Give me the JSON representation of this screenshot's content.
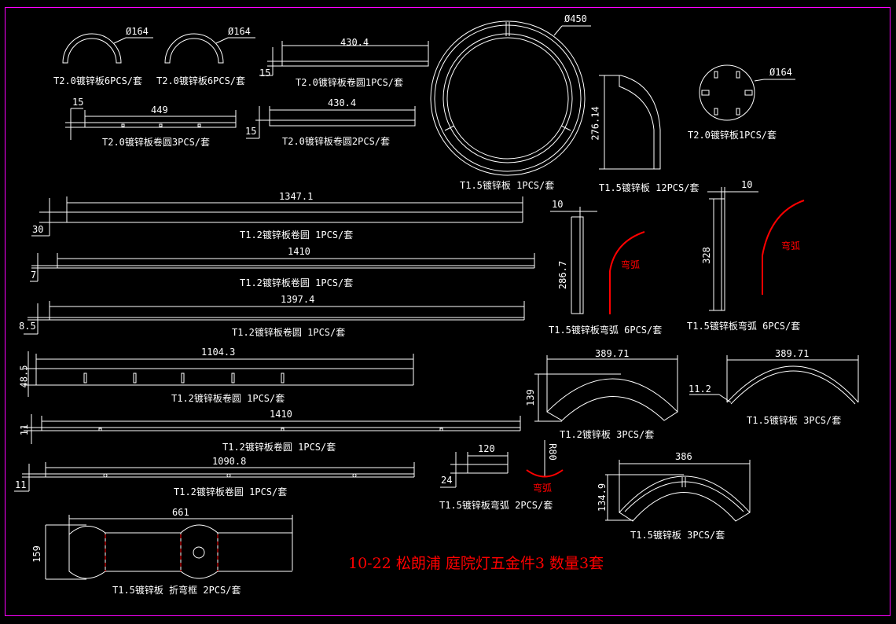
{
  "colors": {
    "background": "#000000",
    "linework": "#ffffff",
    "frame": "#ff00ff",
    "annotation": "#ff0000"
  },
  "title": "10-22 松朗浦 庭院灯五金件3 数量3套",
  "parts": [
    {
      "id": "p1",
      "dims": [
        "Ø164"
      ],
      "label": "T2.0镀锌板6PCS/套"
    },
    {
      "id": "p2",
      "dims": [
        "Ø164"
      ],
      "label": "T2.0镀锌板6PCS/套"
    },
    {
      "id": "p3",
      "dims": [
        "430.4",
        "15"
      ],
      "label": "T2.0镀锌板卷圆1PCS/套"
    },
    {
      "id": "p4",
      "dims": [
        "Ø450"
      ],
      "label": "T1.5镀锌板 1PCS/套"
    },
    {
      "id": "p5",
      "dims": [
        "Ø164"
      ],
      "label": "T2.0镀锌板1PCS/套"
    },
    {
      "id": "p6",
      "dims": [
        "15",
        "449"
      ],
      "label": "T2.0镀锌板卷圆3PCS/套"
    },
    {
      "id": "p7",
      "dims": [
        "430.4",
        "15"
      ],
      "label": "T2.0镀锌板卷圆2PCS/套"
    },
    {
      "id": "p8",
      "dims": [
        "276.14"
      ],
      "label": "T1.5镀锌板 12PCS/套"
    },
    {
      "id": "p9",
      "dims": [
        "1347.1",
        "30"
      ],
      "label": "T1.2镀锌板卷圆 1PCS/套"
    },
    {
      "id": "p10",
      "dims": [
        "1410",
        "7"
      ],
      "label": "T1.2镀锌板卷圆 1PCS/套"
    },
    {
      "id": "p11",
      "dims": [
        "1397.4",
        "8.5"
      ],
      "label": "T1.2镀锌板卷圆 1PCS/套"
    },
    {
      "id": "p12",
      "dims": [
        "10",
        "286.7"
      ],
      "note": "弯弧",
      "label": "T1.5镀锌板弯弧 6PCS/套"
    },
    {
      "id": "p13",
      "dims": [
        "10",
        "328"
      ],
      "note": "弯弧",
      "label": "T1.5镀锌板弯弧 6PCS/套"
    },
    {
      "id": "p14",
      "dims": [
        "1104.3",
        "48.5"
      ],
      "label": "T1.2镀锌板卷圆 1PCS/套"
    },
    {
      "id": "p15",
      "dims": [
        "389.71",
        "139"
      ],
      "label": "T1.2镀锌板  3PCS/套"
    },
    {
      "id": "p16",
      "dims": [
        "389.71",
        "11.2"
      ],
      "label": "T1.5镀锌板 3PCS/套"
    },
    {
      "id": "p17",
      "dims": [
        "1410",
        "11"
      ],
      "label": "T1.2镀锌板卷圆 1PCS/套"
    },
    {
      "id": "p18",
      "dims": [
        "1090.8",
        "11"
      ],
      "label": "T1.2镀锌板卷圆 1PCS/套"
    },
    {
      "id": "p19",
      "dims": [
        "120",
        "24"
      ],
      "label": "T1.5镀锌板弯弧  2PCS/套"
    },
    {
      "id": "p20",
      "dims": [
        "R80"
      ],
      "note": "弯弧"
    },
    {
      "id": "p21",
      "dims": [
        "386",
        "134.9"
      ],
      "label": "T1.5镀锌板 3PCS/套"
    },
    {
      "id": "p22",
      "dims": [
        "661",
        "159"
      ],
      "label": "T1.5镀锌板 折弯框 2PCS/套"
    }
  ]
}
